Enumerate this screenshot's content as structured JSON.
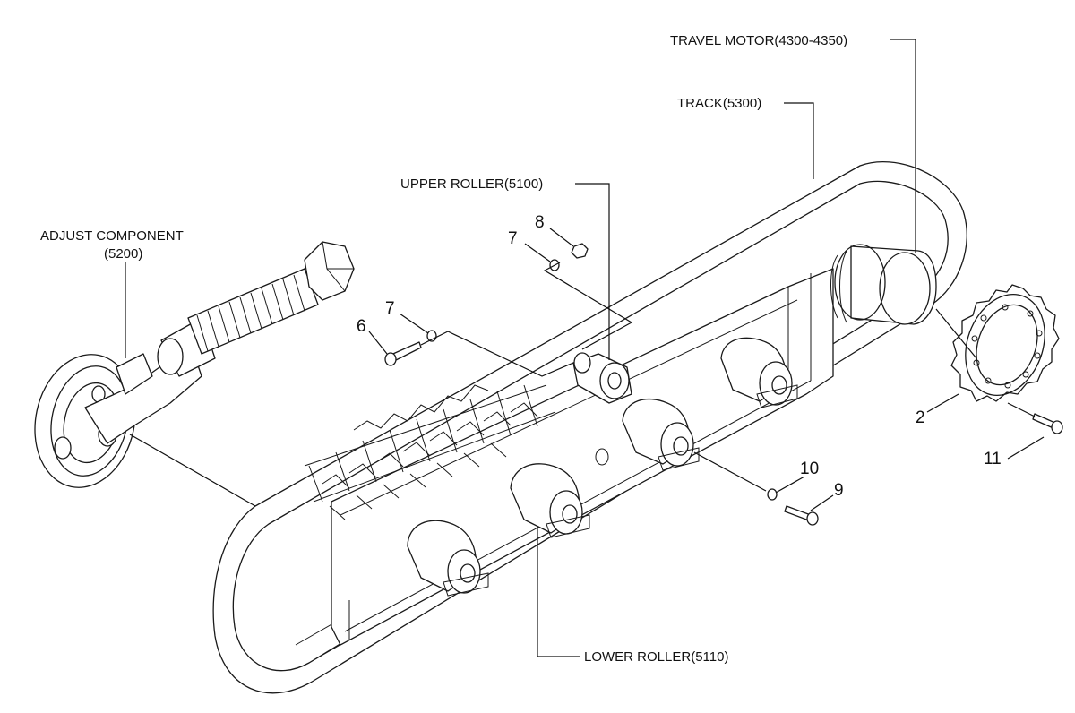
{
  "labels": {
    "travel_motor": "TRAVEL MOTOR(4300-4350)",
    "track": "TRACK(5300)",
    "upper_roller": "UPPER ROLLER(5100)",
    "adjust_component_line1": "ADJUST COMPONENT",
    "adjust_component_line2": "(5200)",
    "lower_roller": "LOWER ROLLER(5110)"
  },
  "part_numbers": {
    "n2": "2",
    "n6": "6",
    "n7a": "7",
    "n7b": "7",
    "n8": "8",
    "n9": "9",
    "n10": "10",
    "n11": "11"
  }
}
